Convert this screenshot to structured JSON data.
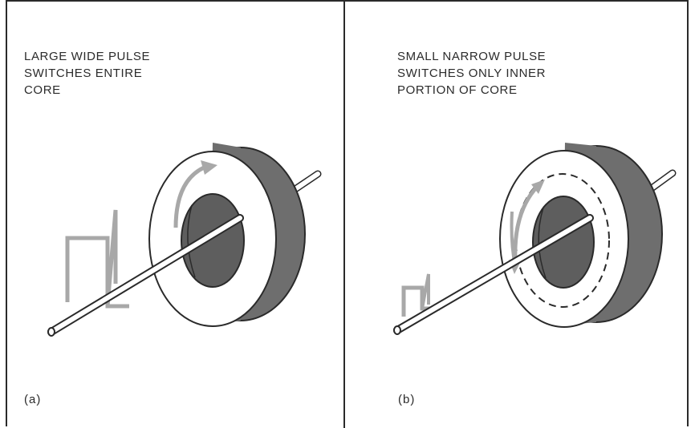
{
  "panels": [
    {
      "caption_lines": [
        "LARGE WIDE PULSE",
        "SWITCHES ENTIRE",
        "CORE"
      ],
      "label": "(a)",
      "pulse": "large-wide",
      "switched_region": "entire-core"
    },
    {
      "caption_lines": [
        "SMALL NARROW PULSE",
        "SWITCHES ONLY INNER",
        "PORTION OF CORE"
      ],
      "label": "(b)",
      "pulse": "small-narrow",
      "switched_region": "inner-portion"
    }
  ],
  "colors": {
    "core_face": "#ffffff",
    "core_side": "#6e6e6e",
    "core_hole": "#5e5e5e",
    "outline": "#2a2a2a",
    "pulse_and_arrow": "#a8a8a8",
    "border": "#2a2a2a"
  }
}
